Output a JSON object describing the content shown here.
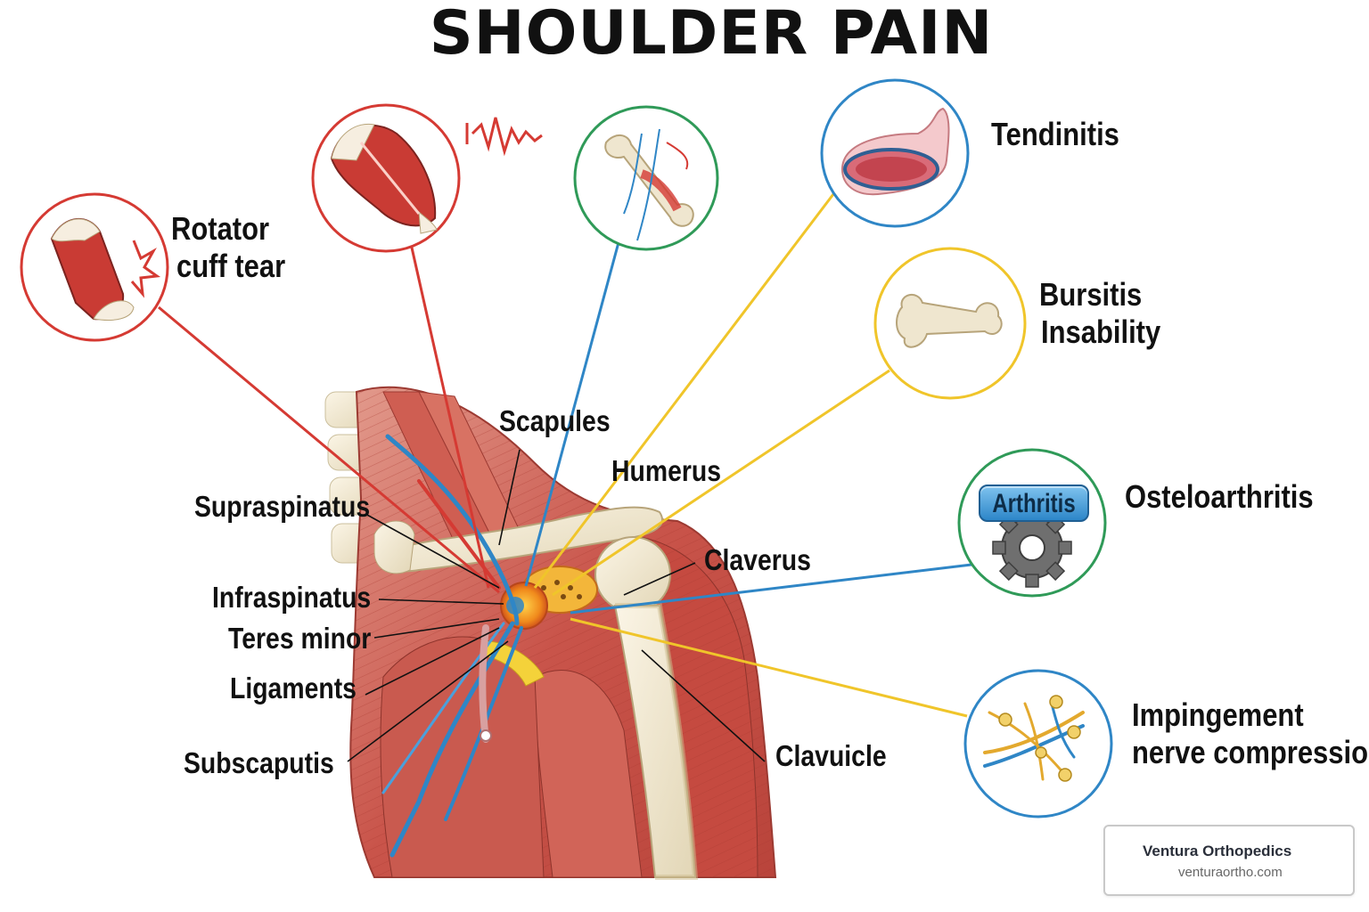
{
  "title": "SHOULDER PAIN",
  "conditions": {
    "rotator_cuff_tear": [
      "Rotator",
      "cuff tear"
    ],
    "tendinitis": "Tendinitis",
    "bursitis_instability": [
      "Bursitis",
      "Insability"
    ],
    "osteoarthritis": "Osteloarthritis",
    "arthritis_badge": "Arthritis",
    "impingement": [
      "Impingement",
      "nerve compression"
    ]
  },
  "anatomy_labels": {
    "scapules": "Scapules",
    "humerus": "Humerus",
    "supraspinatus": "Supraspinatus",
    "infraspinatus": "Infraspinatus",
    "teres_minor": "Teres minor",
    "ligaments": "Ligaments",
    "subscaputis": "Subscaputis",
    "claverus": "Claverus",
    "clavuicle": "Clavuicle"
  },
  "footer": {
    "name": "Ventura Orthopedics",
    "url": "venturaortho.com"
  },
  "colors": {
    "red_line": "#d53a33",
    "blue_line": "#2f86c6",
    "yellow_line": "#f0c52a",
    "green_ring": "#2f9a58",
    "muscle": "#c8483e",
    "muscle_light": "#e58b7d",
    "bone": "#efe6cf"
  }
}
